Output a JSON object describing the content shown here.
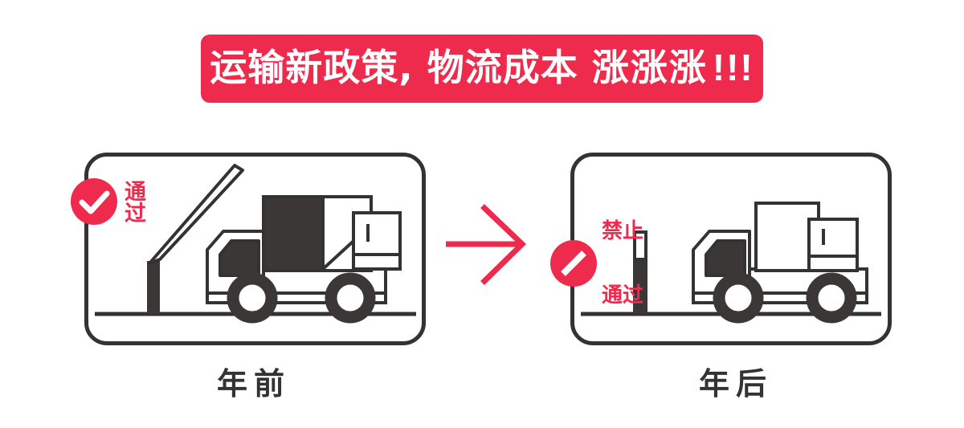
{
  "banner": {
    "text_main": "运输新政策, 物流成本 ",
    "text_emph": "涨涨涨",
    "text_bangs": "!!!",
    "full_text": "运输新政策, 物流成本 涨涨涨 !!!",
    "background_color": "#ee2b4d",
    "text_color": "#ffffff"
  },
  "panels": {
    "before": {
      "caption": "年前",
      "badge": {
        "icon": "check-circle-icon",
        "label_line1": "通",
        "label_line2": "过",
        "label_full": "通过",
        "color": "#ee2b4d"
      },
      "barrier_state": "raised",
      "cargo_state": "oversized-dark-load"
    },
    "after": {
      "caption": "年后",
      "badge": {
        "icon": "no-entry-circle-icon",
        "label_line1": "禁止",
        "label_line2": "通过",
        "label_full": "禁止通过",
        "color": "#ee2b4d"
      },
      "barrier_state": "lowered",
      "cargo_state": "standard-load"
    }
  },
  "arrow": {
    "direction": "right",
    "color": "#ee2b4d",
    "name": "transition-arrow"
  },
  "colors": {
    "accent_red": "#ee2b4d",
    "outline_dark": "#333333",
    "fill_dark": "#3b3736",
    "background": "#ffffff"
  }
}
